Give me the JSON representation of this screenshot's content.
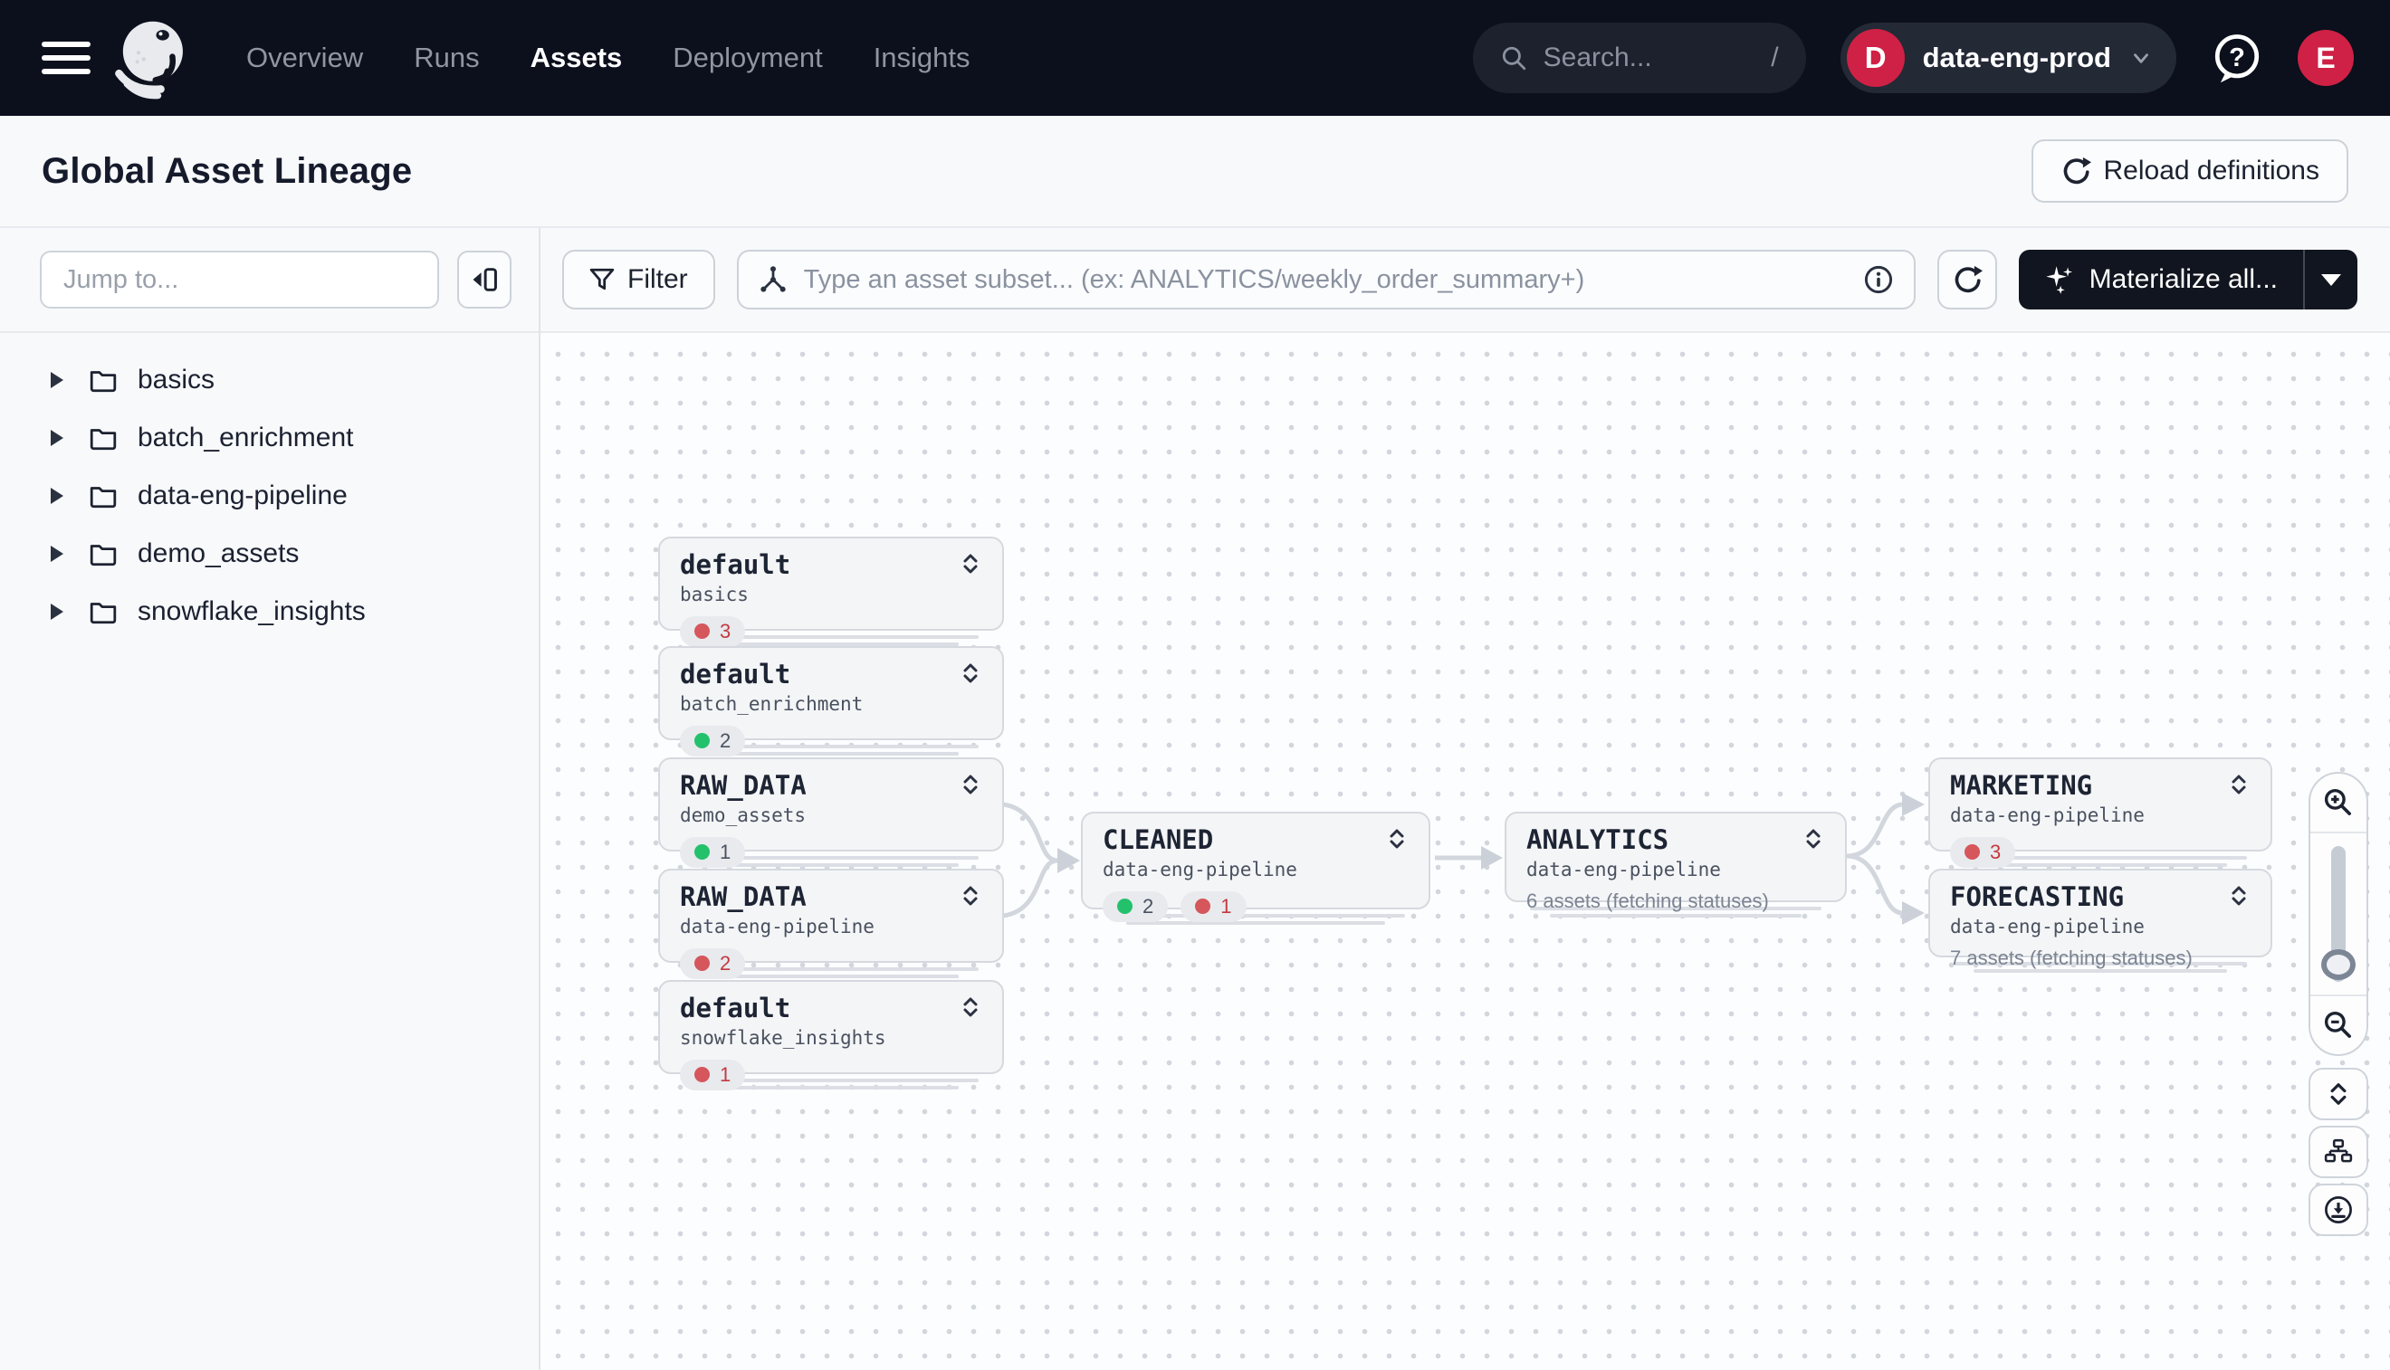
{
  "nav": {
    "items": [
      {
        "label": "Overview"
      },
      {
        "label": "Runs"
      },
      {
        "label": "Assets"
      },
      {
        "label": "Deployment"
      },
      {
        "label": "Insights"
      }
    ],
    "search": {
      "placeholder": "Search...",
      "shortcut": "/"
    },
    "deployment": {
      "initial": "D",
      "name": "data-eng-prod"
    },
    "user_initial": "E"
  },
  "header": {
    "title": "Global Asset Lineage",
    "reload_label": "Reload definitions"
  },
  "sidebar": {
    "jump_placeholder": "Jump to...",
    "folders": [
      {
        "label": "basics"
      },
      {
        "label": "batch_enrichment"
      },
      {
        "label": "data-eng-pipeline"
      },
      {
        "label": "demo_assets"
      },
      {
        "label": "snowflake_insights"
      }
    ]
  },
  "toolbar": {
    "filter_label": "Filter",
    "subset_placeholder": "Type an asset subset... (ex: ANALYTICS/weekly_order_summary+)",
    "materialize_label": "Materialize all..."
  },
  "graph": {
    "nodes": [
      {
        "title": "default",
        "subtitle": "basics",
        "badges": [
          {
            "status": "error",
            "count": "3"
          }
        ]
      },
      {
        "title": "default",
        "subtitle": "batch_enrichment",
        "badges": [
          {
            "status": "success",
            "count": "2"
          }
        ]
      },
      {
        "title": "RAW_DATA",
        "subtitle": "demo_assets",
        "badges": [
          {
            "status": "success",
            "count": "1"
          }
        ]
      },
      {
        "title": "RAW_DATA",
        "subtitle": "data-eng-pipeline",
        "badges": [
          {
            "status": "error",
            "count": "2"
          }
        ]
      },
      {
        "title": "default",
        "subtitle": "snowflake_insights",
        "badges": [
          {
            "status": "error",
            "count": "1"
          }
        ]
      },
      {
        "title": "CLEANED",
        "subtitle": "data-eng-pipeline",
        "badges": [
          {
            "status": "success",
            "count": "2"
          },
          {
            "status": "error",
            "count": "1"
          }
        ]
      },
      {
        "title": "ANALYTICS",
        "subtitle": "data-eng-pipeline",
        "note": "6 assets (fetching statuses)"
      },
      {
        "title": "MARKETING",
        "subtitle": "data-eng-pipeline",
        "badges": [
          {
            "status": "error",
            "count": "3"
          }
        ]
      },
      {
        "title": "FORECASTING",
        "subtitle": "data-eng-pipeline",
        "note": "7 assets (fetching statuses)"
      }
    ]
  },
  "colors": {
    "topnav_bg": "#0c0f1c",
    "accent_crimson": "#cf2145",
    "status_success": "#23c16b",
    "status_error": "#d5565b",
    "edge_gray": "#d2d6dd"
  }
}
